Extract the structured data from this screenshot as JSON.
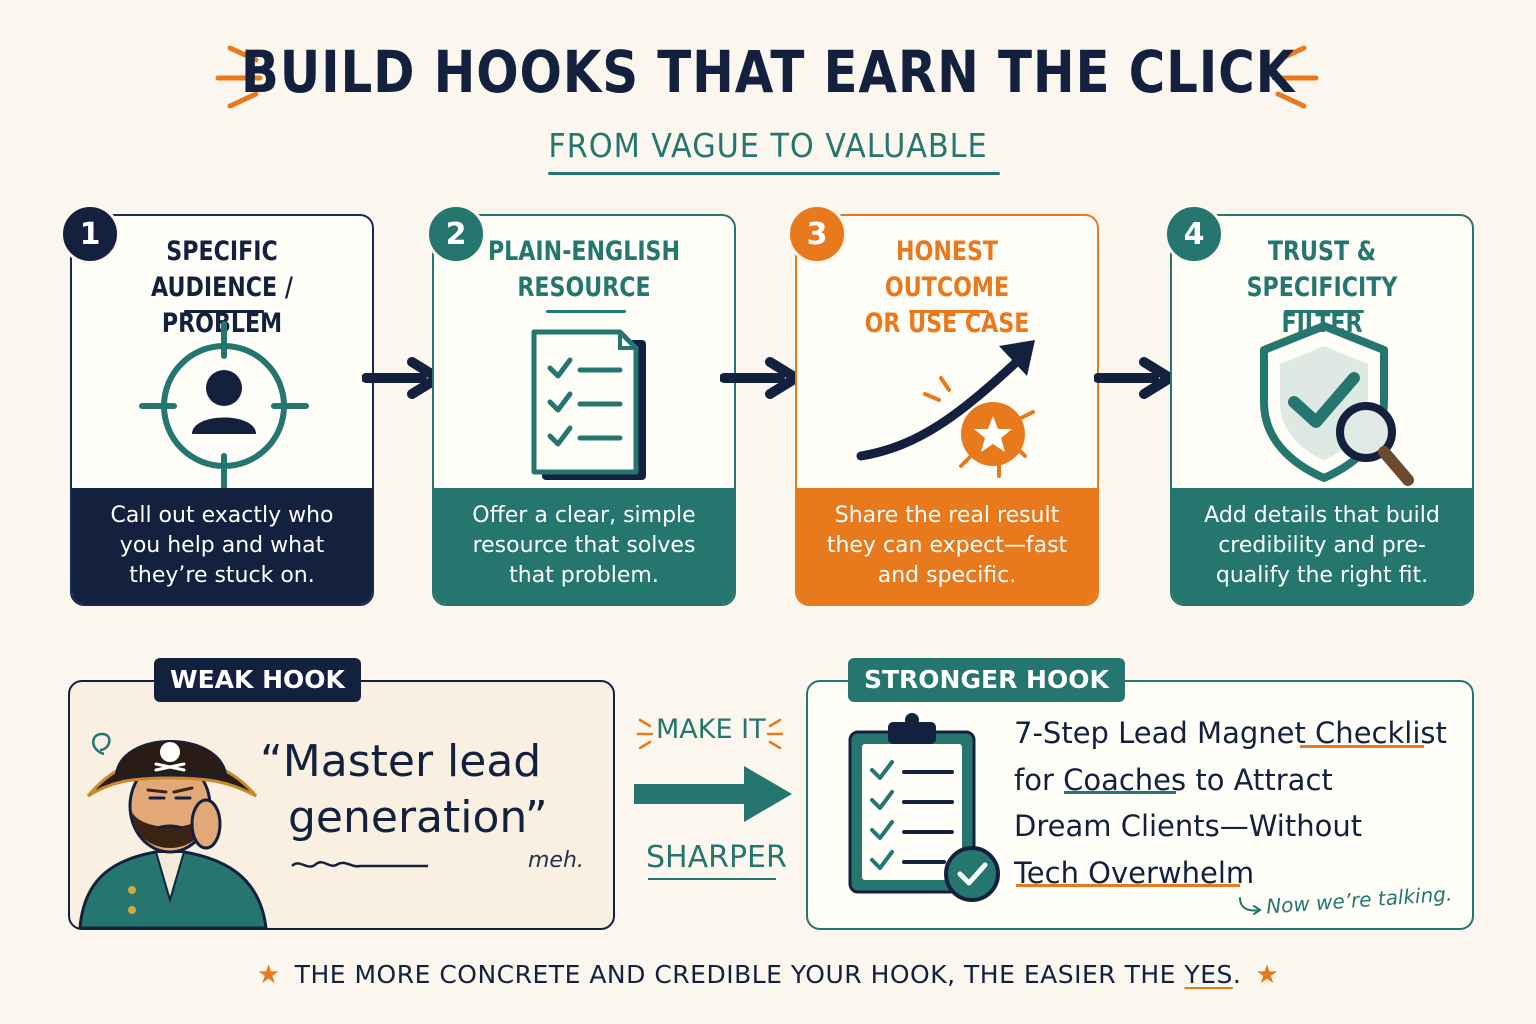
{
  "header": {
    "title": "BUILD HOOKS THAT EARN THE CLICK",
    "subtitle": "FROM VAGUE TO VALUABLE"
  },
  "colors": {
    "navy": "#13213f",
    "teal": "#24766f",
    "orange": "#e8791d",
    "cream": "#fbf7ee"
  },
  "steps": [
    {
      "number": "1",
      "heading_line1": "SPECIFIC",
      "heading_line2": "AUDIENCE / PROBLEM",
      "icon": "target-person-icon",
      "description": "Call out exactly who you help and what they’re stuck on."
    },
    {
      "number": "2",
      "heading_line1": "PLAIN-ENGLISH",
      "heading_line2": "RESOURCE",
      "icon": "checklist-document-icon",
      "description": "Offer a clear, simple resource that solves that problem."
    },
    {
      "number": "3",
      "heading_line1": "HONEST OUTCOME",
      "heading_line2": "OR USE CASE",
      "icon": "growth-arrow-star-icon",
      "description": "Share the real result they can expect—fast and specific."
    },
    {
      "number": "4",
      "heading_line1": "TRUST &",
      "heading_line2": "SPECIFICITY FILTER",
      "icon": "shield-check-magnifier-icon",
      "description": "Add details that build credibility and pre-qualify the right fit."
    }
  ],
  "weak_hook": {
    "tag": "WEAK HOOK",
    "quote_line1": "“Master lead",
    "quote_line2": "generation”",
    "reaction": "meh.",
    "icon": "pirate-character-icon"
  },
  "transition": {
    "top": "MAKE IT",
    "bottom": "SHARPER"
  },
  "strong_hook": {
    "tag": "STRONGER HOOK",
    "line1": "7-Step Lead Magnet Checklist",
    "line2": "for Coaches to Attract",
    "line3": "Dream Clients—Without",
    "line4": "Tech Overwhelm",
    "reaction": "Now we’re talking.",
    "icon": "clipboard-checklist-icon"
  },
  "footer": {
    "tagline_before": "THE MORE CONCRETE AND CREDIBLE YOUR HOOK, THE EASIER THE",
    "tagline_highlight": "YES",
    "tagline_after": "."
  }
}
